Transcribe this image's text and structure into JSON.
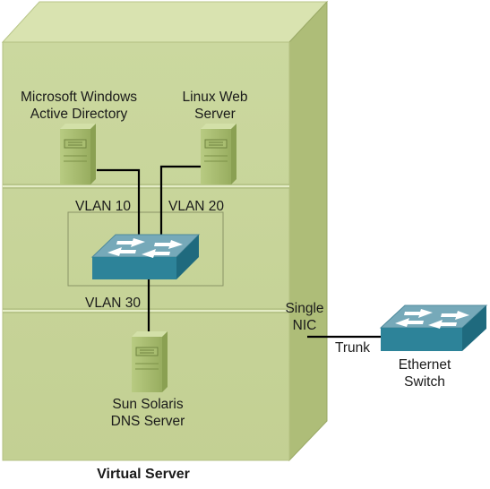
{
  "title": "Virtual Server",
  "servers": {
    "windows": {
      "line1": "Microsoft Windows",
      "line2": "Active Directory"
    },
    "linux": {
      "line1": "Linux Web",
      "line2": "Server"
    },
    "solaris": {
      "line1": "Sun Solaris",
      "line2": "DNS Server"
    }
  },
  "vlans": {
    "vlan10": "VLAN 10",
    "vlan20": "VLAN 20",
    "vlan30": "VLAN 30"
  },
  "nic": {
    "line1": "Single",
    "line2": "NIC"
  },
  "trunk": "Trunk",
  "external_switch": {
    "line1": "Ethernet",
    "line2": "Switch"
  },
  "colors": {
    "box_front": "#c8d59a",
    "box_top": "#d9e3b0",
    "box_side": "#aebd78",
    "switch_front": "#2d8399",
    "switch_top": "#76a9b9",
    "server_body": "#a9be72",
    "line": "#000000"
  }
}
